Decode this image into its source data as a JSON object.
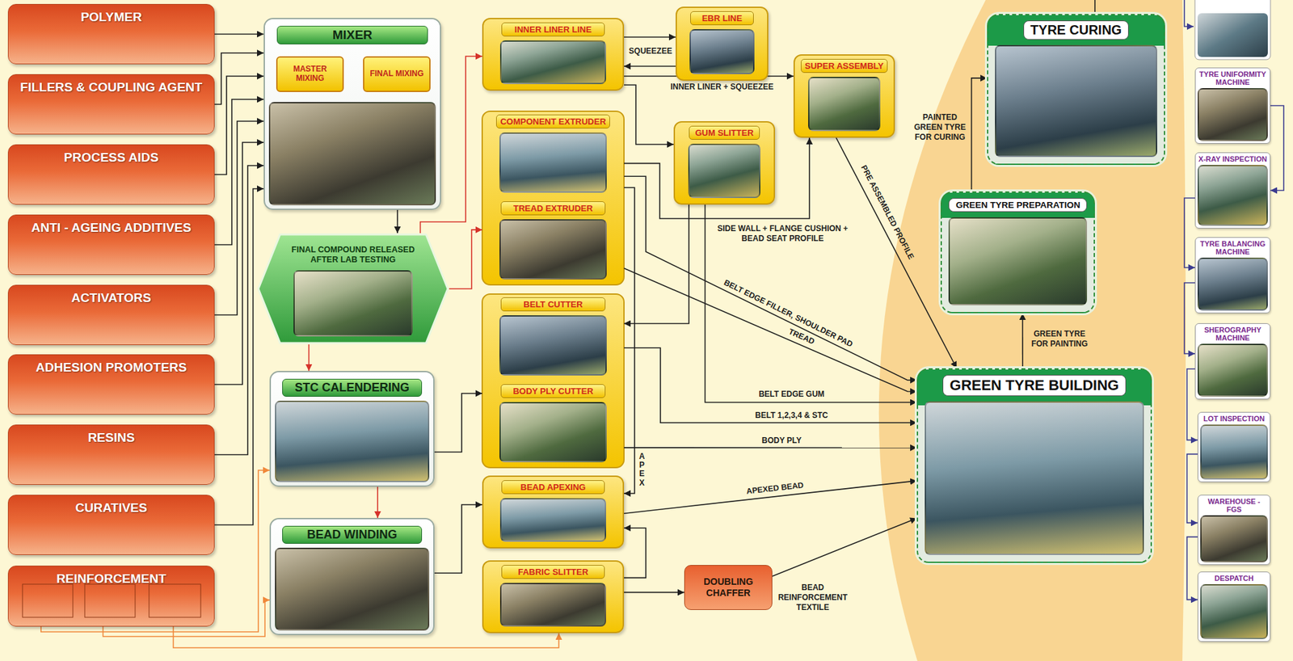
{
  "diagram": {
    "nodes": [
      {
        "text": [
          "POLYMER"
        ]
      },
      {
        "text": [
          "FILLERS & COUPLING AGENT"
        ]
      },
      {
        "text": [
          "PROCESS AIDS"
        ]
      },
      {
        "text": [
          "ANTI - AGEING ADDITIVES"
        ]
      },
      {
        "text": [
          "ACTIVATORS"
        ]
      },
      {
        "text": [
          "ADHESION PROMOTERS"
        ]
      },
      {
        "text": [
          "RESINS"
        ]
      },
      {
        "text": [
          "CURATIVES"
        ]
      },
      {
        "text": [
          "REINFORCEMENT"
        ]
      },
      {
        "text": [
          "MIXER"
        ]
      },
      {
        "text": [
          "MASTER MIXING"
        ],
        "in": 9
      },
      {
        "text": [
          "FINAL MIXING"
        ],
        "in": 9
      },
      {
        "text": [
          "FINAL COMPOUND RELEASED AFTER LAB TESTING"
        ]
      },
      {
        "text": [
          "STC CALENDERING"
        ]
      },
      {
        "text": [
          "BEAD WINDING"
        ]
      },
      {
        "text": [
          "INNER LINER LINE"
        ]
      },
      {
        "text": [
          "EBR LINE"
        ]
      },
      {
        "text": [
          "SUPER ASSEMBLY"
        ]
      },
      {
        "text": [
          "COMPONENT EXTRUDER"
        ]
      },
      {
        "text": [
          "TREAD EXTRUDER"
        ]
      },
      {
        "text": [
          "GUM SLITTER"
        ]
      },
      {
        "text": [
          "BELT CUTTER"
        ]
      },
      {
        "text": [
          "BODY PLY CUTTER"
        ]
      },
      {
        "text": [
          "BEAD APEXING"
        ]
      },
      {
        "text": [
          "FABRIC SLITTER"
        ]
      },
      {
        "text": [
          "DOUBLING CHAFFER"
        ]
      },
      {
        "text": [
          "TYRE CURING"
        ]
      },
      {
        "text": [
          "GREEN TYRE PREPARATION"
        ]
      },
      {
        "text": [
          "GREEN TYRE BUILDING"
        ]
      },
      {
        "text": [
          "TYRE UNIFORMITY MACHINE"
        ]
      },
      {
        "text": [
          "X-RAY INSPECTION"
        ]
      },
      {
        "text": [
          "TYRE BALANCING MACHINE"
        ]
      },
      {
        "text": [
          "SHEROGRAPHY MACHINE"
        ]
      },
      {
        "text": [
          "LOT INSPECTION"
        ]
      },
      {
        "text": [
          "WAREHOUSE - FGS"
        ]
      },
      {
        "text": [
          "DESPATCH"
        ]
      }
    ],
    "edges": [
      {
        "from": 0,
        "to": 9,
        "arrow": "to"
      },
      {
        "from": 1,
        "to": 9,
        "arrow": "to"
      },
      {
        "from": 2,
        "to": 9,
        "arrow": "to"
      },
      {
        "from": 3,
        "to": 9,
        "arrow": "to"
      },
      {
        "from": 4,
        "to": 9,
        "arrow": "to"
      },
      {
        "from": 5,
        "to": 9,
        "arrow": "to"
      },
      {
        "from": 6,
        "to": 9,
        "arrow": "to"
      },
      {
        "from": 7,
        "to": 9,
        "arrow": "to"
      },
      {
        "from": 9,
        "to": 12,
        "arrow": "to"
      },
      {
        "from": 10,
        "to": 11,
        "arrow": "to"
      },
      {
        "from": 12,
        "to": 15,
        "arrow": "to"
      },
      {
        "from": 12,
        "to": 19,
        "arrow": "to"
      },
      {
        "from": 12,
        "to": 13,
        "arrow": "to"
      },
      {
        "from": 13,
        "to": 14,
        "arrow": "to"
      },
      {
        "from": 8,
        "to": 13,
        "arrow": "to"
      },
      {
        "from": 8,
        "to": 14,
        "arrow": "to"
      },
      {
        "from": 8,
        "to": 24,
        "arrow": "to"
      },
      {
        "from": 15,
        "to": 16,
        "label": "SQUEEZEE",
        "arrow": "to"
      },
      {
        "from": 16,
        "to": 15,
        "arrow": "to"
      },
      {
        "from": 15,
        "to": 17,
        "label": "INNER LINER + SQUEEZEE",
        "arrow": "to"
      },
      {
        "from": 15,
        "to": 20,
        "arrow": "to"
      },
      {
        "from": 18,
        "to": 17,
        "label": "SIDE WALL + FLANGE CUSHION + BEAD SEAT PROFILE",
        "arrow": "to"
      },
      {
        "from": 17,
        "to": 28,
        "label": "PRE ASSEMBLED PROFILE",
        "arrow": "to"
      },
      {
        "from": 18,
        "to": 28,
        "label": "BELT EDGE FILLER, SHOULDER PAD",
        "arrow": "to"
      },
      {
        "from": 19,
        "to": 28,
        "label": "TREAD",
        "arrow": "to"
      },
      {
        "from": 20,
        "to": 21,
        "arrow": "to"
      },
      {
        "from": 20,
        "to": 28,
        "label": "BELT EDGE GUM",
        "arrow": "to"
      },
      {
        "from": 21,
        "to": 28,
        "label": "BELT 1,2,3,4 & STC",
        "arrow": "to"
      },
      {
        "from": 13,
        "to": 22,
        "arrow": "to"
      },
      {
        "from": 22,
        "to": 28,
        "label": "BODY PLY",
        "arrow": "to"
      },
      {
        "from": 18,
        "to": 23,
        "label": "APEX",
        "arrow": "to"
      },
      {
        "from": 14,
        "to": 23,
        "arrow": "to"
      },
      {
        "from": 24,
        "to": 23,
        "arrow": "to"
      },
      {
        "from": 23,
        "to": 28,
        "label": "APEXED BEAD",
        "arrow": "to"
      },
      {
        "from": 24,
        "to": 25,
        "arrow": "to"
      },
      {
        "from": 25,
        "to": 28,
        "label": "BEAD REINFORCEMENT TEXTILE",
        "arrow": "to"
      },
      {
        "from": 28,
        "to": 27,
        "label": "GREEN TYRE FOR PAINTING",
        "arrow": "to"
      },
      {
        "from": 27,
        "to": 26,
        "label": "PAINTED GREEN TYRE FOR CURING",
        "arrow": "to"
      },
      {
        "from": 29,
        "to": 30,
        "arrow": "to"
      },
      {
        "from": 30,
        "to": 31,
        "arrow": "to"
      },
      {
        "from": 31,
        "to": 32,
        "arrow": "to"
      },
      {
        "from": 32,
        "to": 33,
        "arrow": "to"
      },
      {
        "from": 33,
        "to": 34,
        "arrow": "to"
      },
      {
        "from": 34,
        "to": 35,
        "arrow": "to"
      }
    ]
  }
}
